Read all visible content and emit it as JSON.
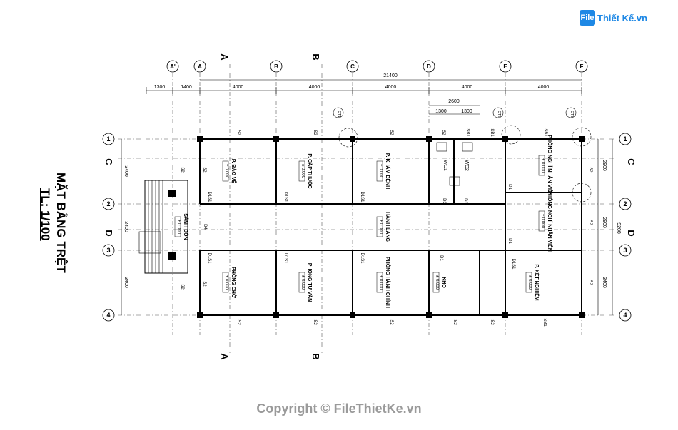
{
  "logo": {
    "badge": "File",
    "name": "Thiết Kế.vn"
  },
  "title": {
    "main": "MẶT BẰNG TRỆT",
    "scale": "TL: 1/100"
  },
  "copyright": "Copyright © FileThietKe.vn",
  "axes_top": [
    "A'",
    "A",
    "B",
    "C",
    "D",
    "E",
    "F"
  ],
  "axes_side": [
    "1",
    "2",
    "3",
    "4"
  ],
  "section_marks": [
    "A",
    "B",
    "C",
    "D"
  ],
  "dims_top_total": "21400",
  "dims_top": [
    "1300",
    "1400",
    "4000",
    "4000",
    "4000",
    "4000",
    "4000"
  ],
  "dims_wc": {
    "total": "2600",
    "parts": [
      "1300",
      "1300"
    ]
  },
  "dims_left": [
    "3400",
    "2400",
    "3400"
  ],
  "dims_right": [
    "2900",
    "2900",
    "3400",
    "9200"
  ],
  "rooms": [
    {
      "name": "P. BẢO VỆ",
      "level": "± 0.000"
    },
    {
      "name": "P. CẤP THUỐC",
      "level": "± 0.000"
    },
    {
      "name": "P. KHÁM BỆNH",
      "level": "± 0.000"
    },
    {
      "name": "PHÒNG NGHỈ NHÂN VIÊN",
      "level": "± 0.000"
    },
    {
      "name": "PHÒNG NGHỈ NHÂN VIÊN",
      "level": "± 0.000"
    },
    {
      "name": "HÀNH LANG",
      "level": "± 0.000"
    },
    {
      "name": "SẢNH ĐÓN",
      "level": "± 0.000"
    },
    {
      "name": "PHÒNG CHỜ",
      "level": "± 0.000"
    },
    {
      "name": "PHÒNG TƯ VẤN",
      "level": "± 0.000"
    },
    {
      "name": "PHÒNG HÀNH CHÍNH",
      "level": "± 0.000"
    },
    {
      "name": "KHO",
      "level": "± 0.000"
    },
    {
      "name": "P. XÉT NGHIỆM",
      "level": "± 0.000"
    }
  ],
  "wc": [
    "WC1",
    "WC2"
  ],
  "door_tags": [
    "D1S1",
    "D1S1",
    "D1S1",
    "D1S1",
    "D1S1",
    "D1S1",
    "D1S1",
    "D1",
    "D1",
    "D1",
    "D3",
    "D3",
    "D4"
  ],
  "window_tags": [
    "S2",
    "S2",
    "S2",
    "S2",
    "SB1",
    "SB1",
    "SB1",
    "S2",
    "S2",
    "S2",
    "S2",
    "S2",
    "S2",
    "S2",
    "SB1",
    "S2",
    "S2",
    "S2",
    "S2",
    "S2"
  ],
  "detail_tags": [
    "CT1",
    "CT2",
    "CT3"
  ]
}
